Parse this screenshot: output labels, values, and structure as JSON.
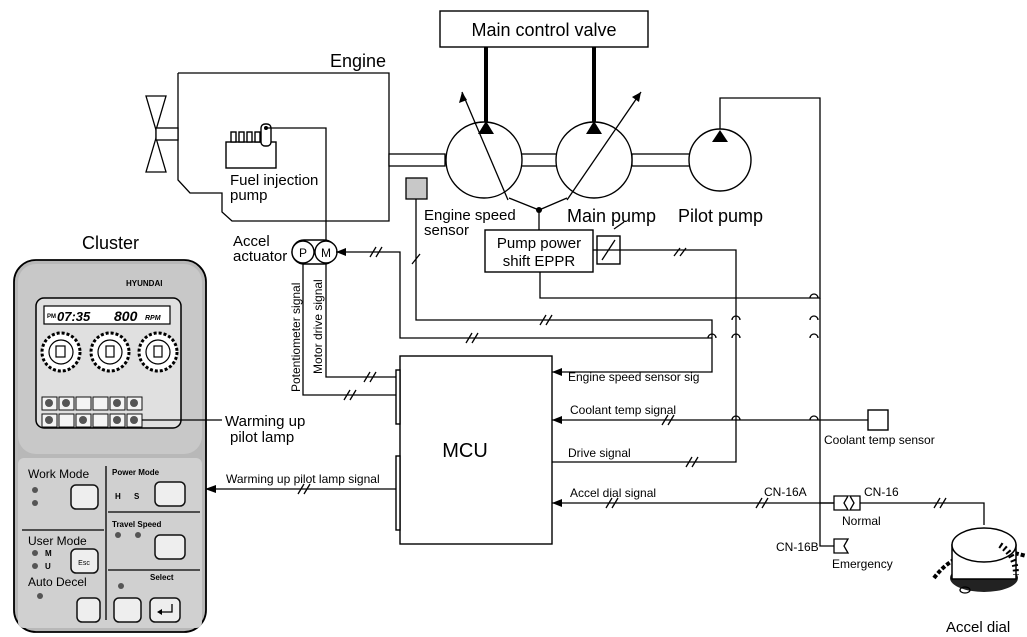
{
  "labels": {
    "main_control_valve": "Main control valve",
    "engine": "Engine",
    "fuel_injection_pump_1": "Fuel injection",
    "fuel_injection_pump_2": "pump",
    "engine_speed_sensor_1": "Engine speed",
    "engine_speed_sensor_2": "sensor",
    "main_pump": "Main pump",
    "pilot_pump": "Pilot pump",
    "cluster": "Cluster",
    "accel_actuator_1": "Accel",
    "accel_actuator_2": "actuator",
    "actuator_p": "P",
    "actuator_m": "M",
    "pump_eppr_1": "Pump power",
    "pump_eppr_2": "shift EPPR",
    "potentiometer_signal": "Potentiometer signal",
    "motor_drive_signal": "Motor drive signal",
    "mcu": "MCU",
    "engine_speed_sensor_sig": "Engine speed sensor sig",
    "coolant_temp_signal": "Coolant temp signal",
    "coolant_temp_sensor": "Coolant temp sensor",
    "drive_signal": "Drive signal",
    "accel_dial_signal": "Accel dial signal",
    "warming_up_pilot_lamp_1": "Warming up",
    "warming_up_pilot_lamp_2": "pilot lamp",
    "warming_up_pilot_lamp_signal": "Warming up pilot lamp signal",
    "cn16a": "CN-16A",
    "cn16": "CN-16",
    "cn16b": "CN-16B",
    "normal": "Normal",
    "emergency": "Emergency",
    "accel_dial": "Accel dial"
  },
  "cluster": {
    "brand": "HYUNDAI",
    "clock": "07:35",
    "clock_prefix": "PM",
    "rpm_value": "800",
    "rpm_unit": "RPM",
    "work_mode": "Work Mode",
    "power_mode": "Power Mode",
    "power_h": "H",
    "power_s": "S",
    "user_mode": "User Mode",
    "user_m": "M",
    "user_u": "U",
    "esc": "Esc",
    "travel_speed": "Travel Speed",
    "auto_decel": "Auto Decel",
    "select": "Select"
  }
}
